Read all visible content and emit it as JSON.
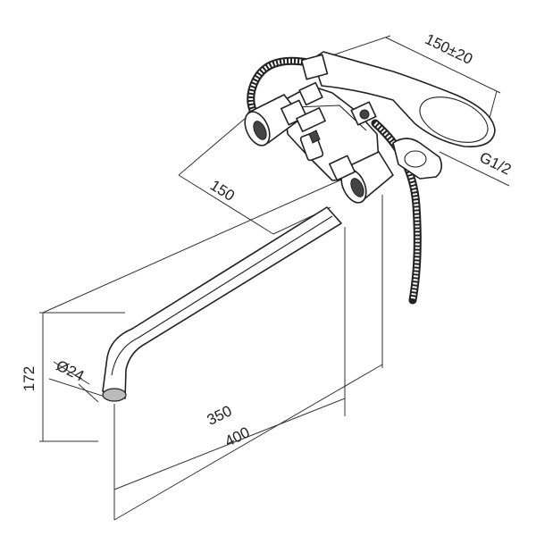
{
  "drawing": {
    "dimensions": {
      "handset_length": "150±20",
      "thread": "G1/2",
      "center_distance": "150",
      "height": "172",
      "spout_diameter": "Ø24",
      "spout_reach_inner": "350",
      "spout_reach_outer": "400"
    }
  }
}
